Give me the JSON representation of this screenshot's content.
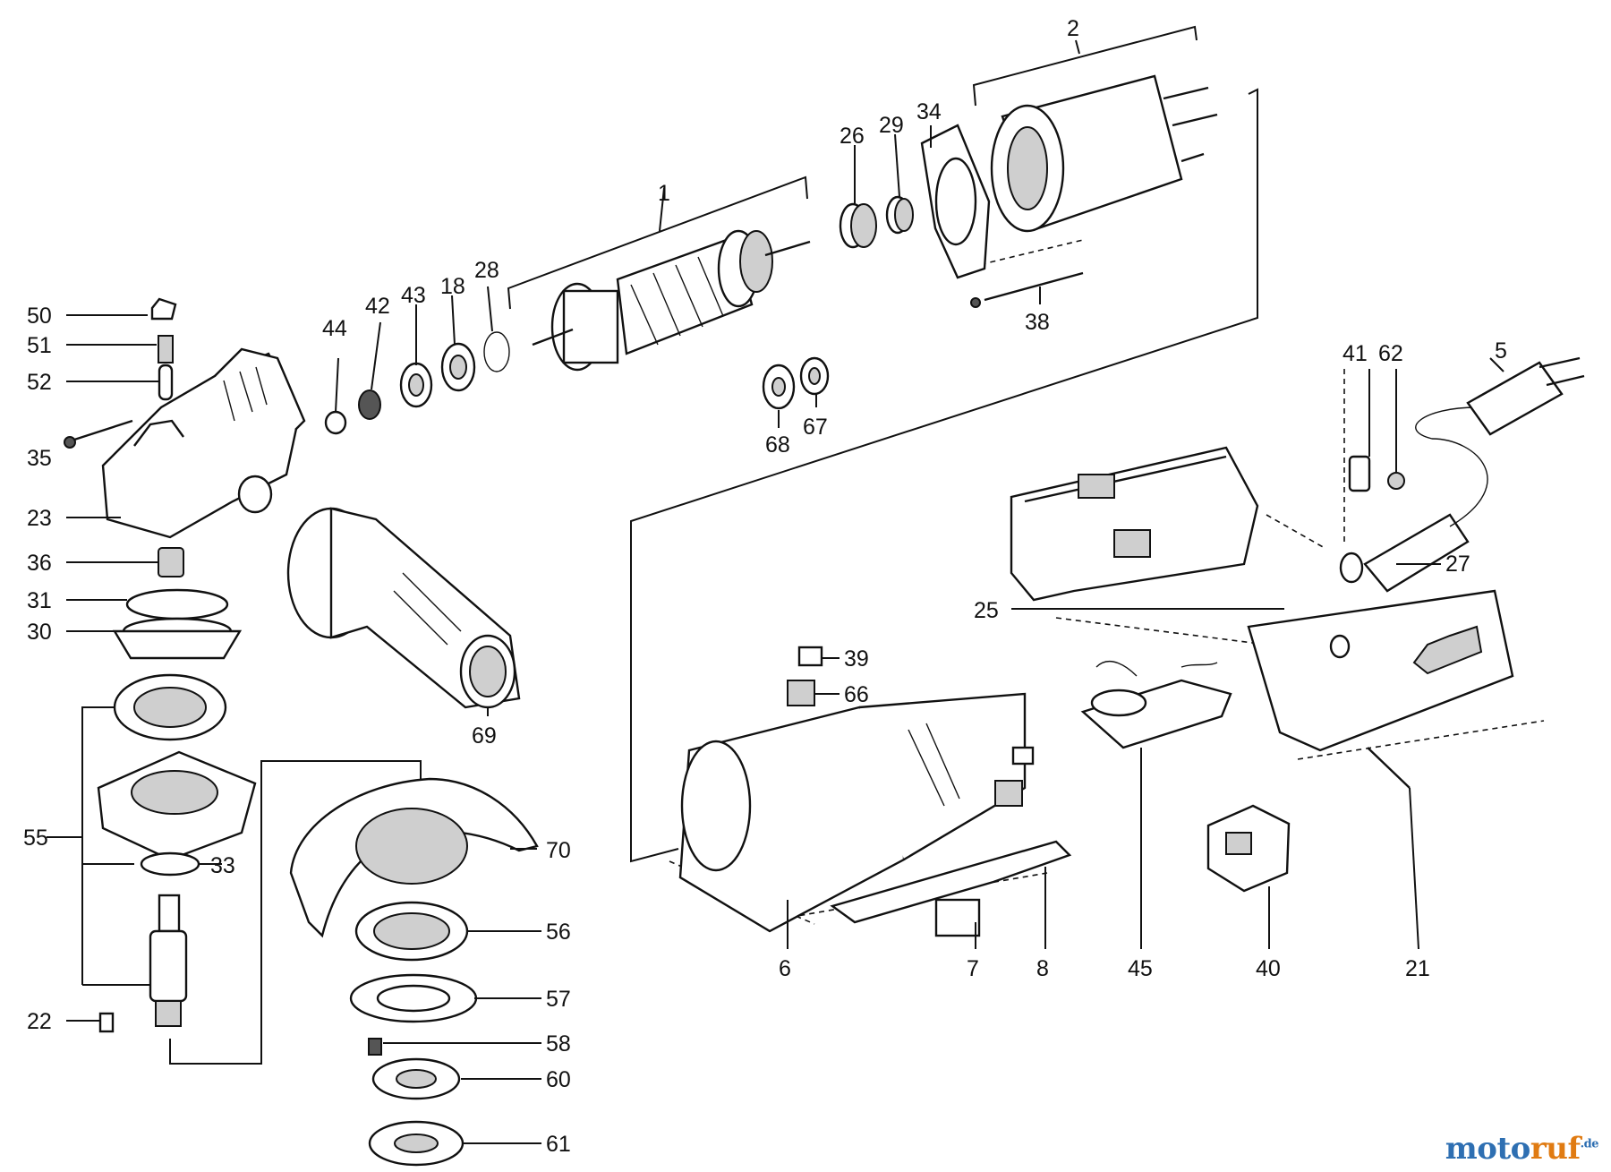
{
  "diagram": {
    "parts": [
      "1",
      "2",
      "5",
      "6",
      "7",
      "8",
      "18",
      "21",
      "22",
      "23",
      "25",
      "26",
      "27",
      "28",
      "29",
      "30",
      "31",
      "33",
      "34",
      "35",
      "36",
      "38",
      "39",
      "40",
      "41",
      "42",
      "43",
      "44",
      "45",
      "50",
      "51",
      "52",
      "55",
      "56",
      "57",
      "58",
      "60",
      "61",
      "62",
      "66",
      "67",
      "68",
      "69",
      "70"
    ]
  },
  "watermark": {
    "part_a": "moto",
    "part_b": "ruf",
    "tld": ".de"
  }
}
